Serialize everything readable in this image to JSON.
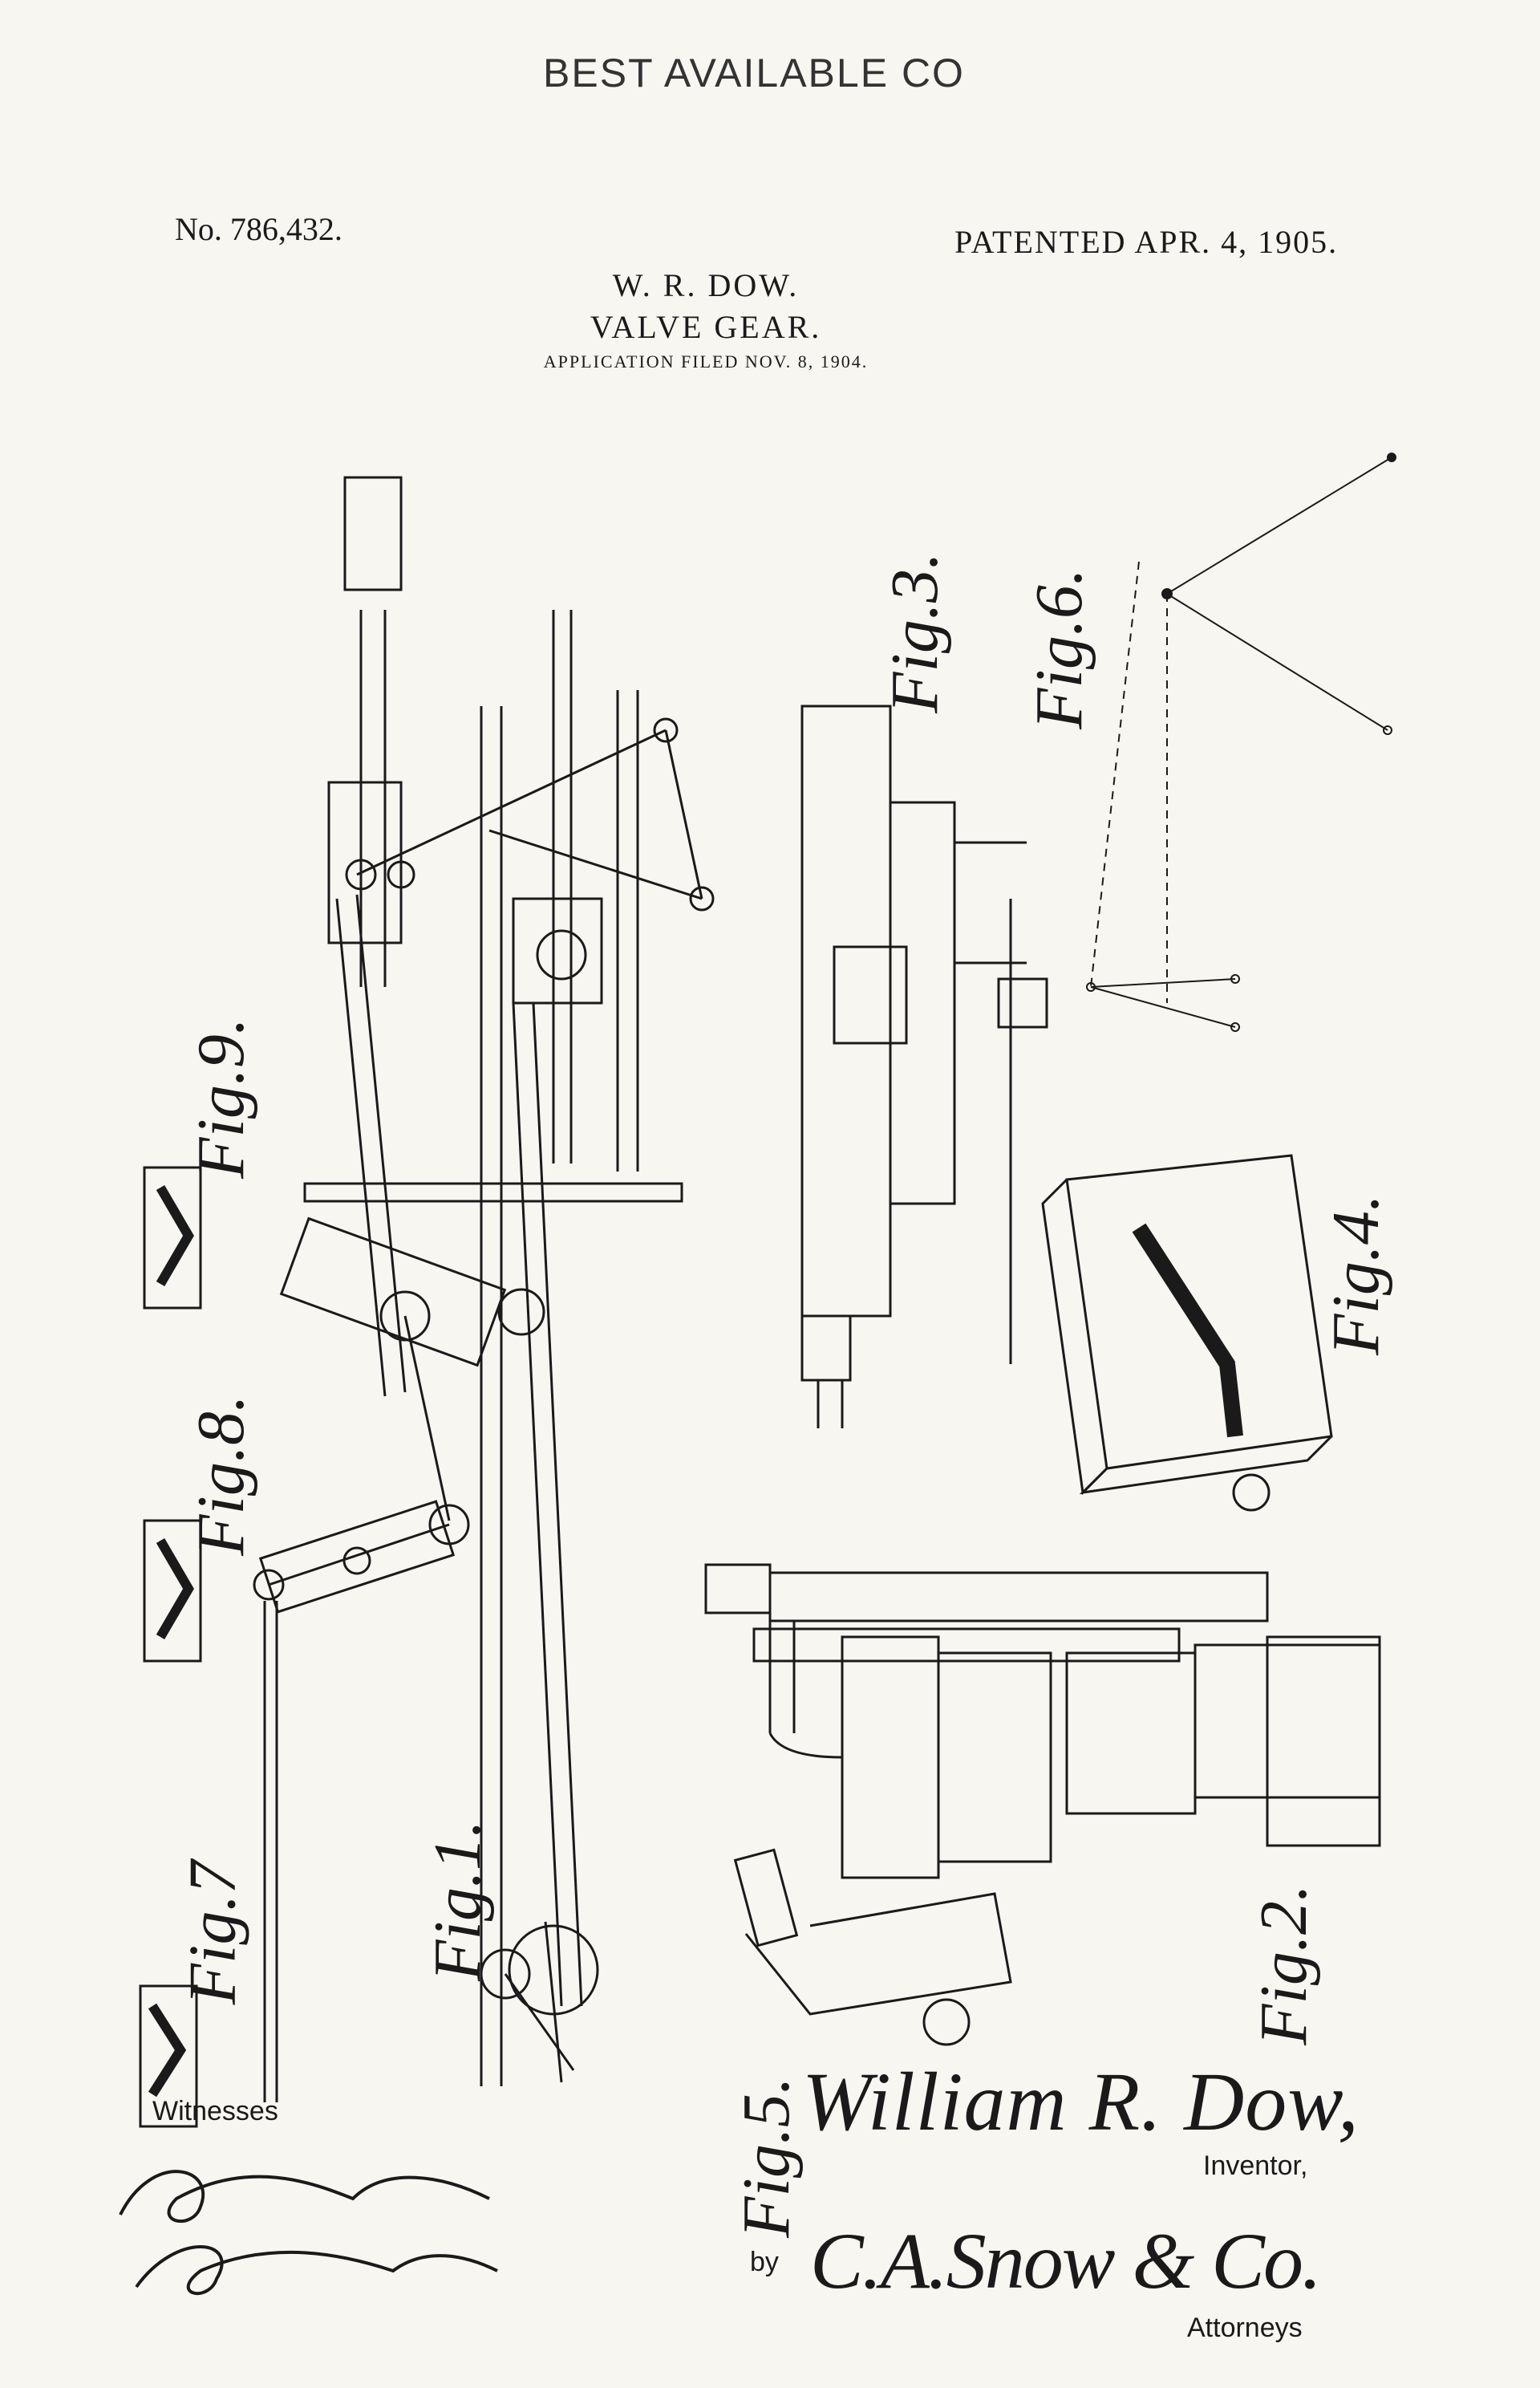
{
  "header": {
    "stamp": "BEST AVAILABLE CO",
    "patent_number": "No. 786,432.",
    "patented_date": "PATENTED APR. 4, 1905.",
    "inventor_name": "W. R. DOW.",
    "title": "VALVE GEAR.",
    "application": "APPLICATION FILED NOV. 8, 1904."
  },
  "figures": {
    "fig1": "Fig.1.",
    "fig2": "Fig.2.",
    "fig3": "Fig.3.",
    "fig4": "Fig.4.",
    "fig5": "Fig.5.",
    "fig6": "Fig.6.",
    "fig7": "Fig.7",
    "fig8": "Fig.8.",
    "fig9": "Fig.9."
  },
  "signatures": {
    "witnesses_label": "Witnesses",
    "inventor_signature": "William R. Dow,",
    "inventor_label": "Inventor,",
    "by_label": "by",
    "attorney_signature": "C.A.Snow & Co.",
    "attorneys_label": "Attorneys"
  },
  "colors": {
    "paper": "#f7f6f1",
    "ink": "#1a1a1a"
  }
}
